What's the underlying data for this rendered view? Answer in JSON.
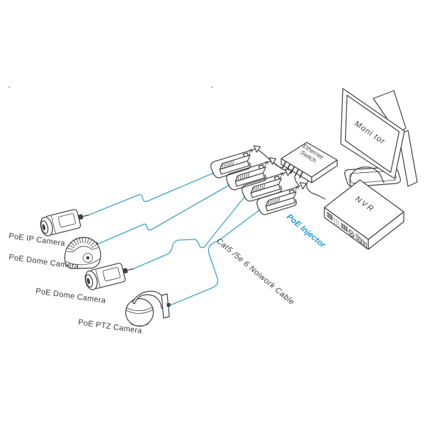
{
  "diagram": {
    "colors": {
      "outline": "#3f3f3f",
      "cable": "#3fa1c3",
      "accent": "#1b9cd8",
      "label": "#383838",
      "fill": "#ffffff"
    },
    "devices": {
      "monitor": {
        "label": "Moni tor"
      },
      "nvr": {
        "label": "NVR"
      },
      "ethernet_switch": {
        "label_line1": "Ethernet",
        "label_line2": "Switch"
      },
      "poe_injector": {
        "label": "PoE Injector",
        "count": 4
      }
    },
    "cameras": [
      {
        "label": "PoE IP Camera",
        "type": "bullet"
      },
      {
        "label": "PoE Dome Camera",
        "type": "dome"
      },
      {
        "label": "PoE Dome Camera",
        "type": "bullet"
      },
      {
        "label": "PoE PTZ Camera",
        "type": "ptz-dome"
      }
    ],
    "cable": {
      "label": "Cat5 /5e 6 Noiwork Cable"
    }
  }
}
